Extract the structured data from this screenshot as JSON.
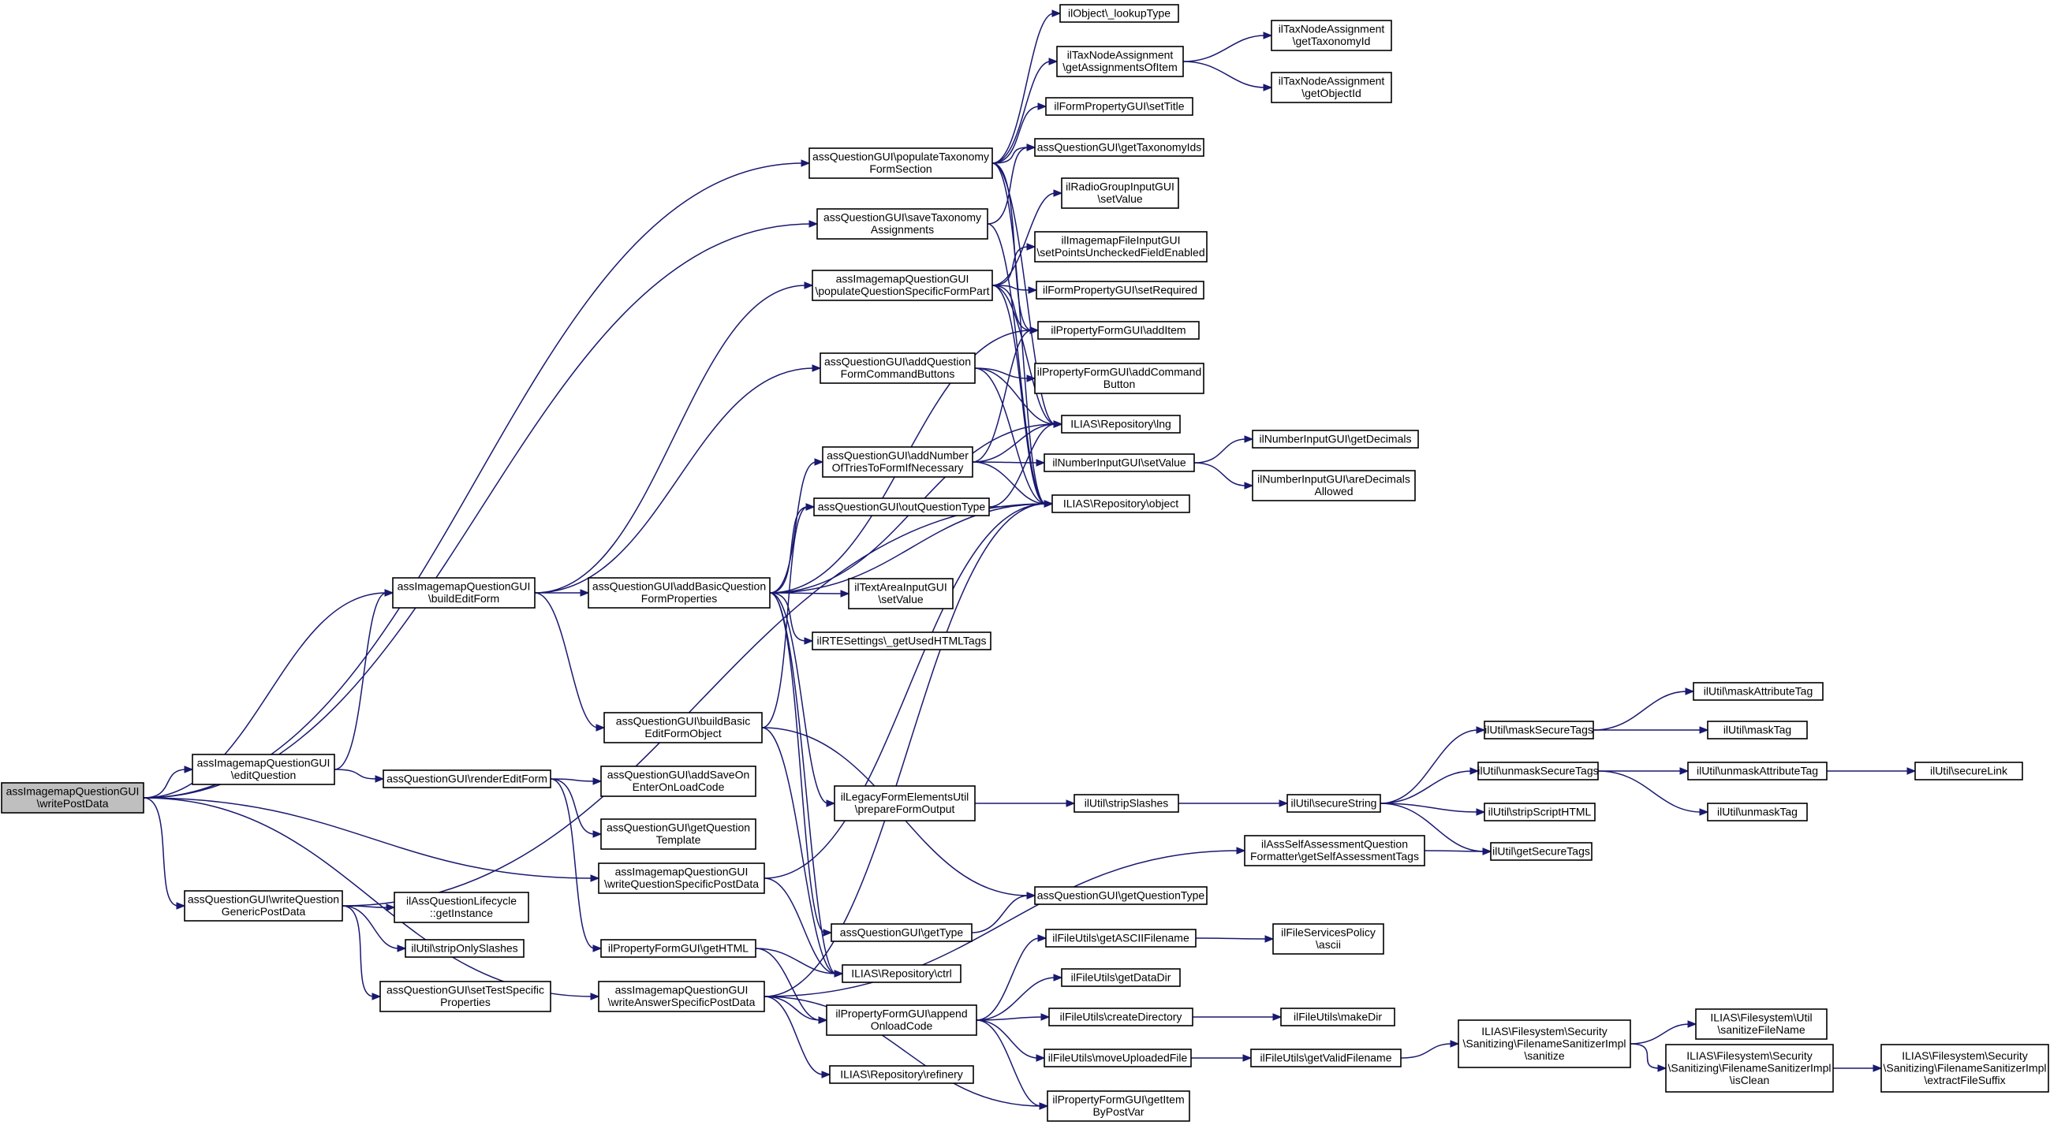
{
  "nodes": [
    {
      "id": "root",
      "lines": [
        "assImagemapQuestionGUI",
        "\\writePostData"
      ],
      "root": true
    },
    {
      "id": "editQuestion",
      "lines": [
        "assImagemapQuestionGUI",
        "\\editQuestion"
      ]
    },
    {
      "id": "writeQGeneric",
      "lines": [
        "assQuestionGUI\\writeQuestion",
        "GenericPostData"
      ]
    },
    {
      "id": "buildEditForm",
      "lines": [
        "assImagemapQuestionGUI",
        "\\buildEditForm"
      ]
    },
    {
      "id": "renderEditForm",
      "lines": [
        "assQuestionGUI\\renderEditForm"
      ]
    },
    {
      "id": "writeQSpecific",
      "lines": [
        "assImagemapQuestionGUI",
        "\\writeQuestionSpecificPostData"
      ]
    },
    {
      "id": "writeAnsSpecific",
      "lines": [
        "assImagemapQuestionGUI",
        "\\writeAnswerSpecificPostData"
      ]
    },
    {
      "id": "lifecycle",
      "lines": [
        "ilAssQuestionLifecycle",
        "::getInstance"
      ]
    },
    {
      "id": "stripOnlySlashes",
      "lines": [
        "ilUtil\\stripOnlySlashes"
      ]
    },
    {
      "id": "setTestSpecific",
      "lines": [
        "assQuestionGUI\\setTestSpecific",
        "Properties"
      ]
    },
    {
      "id": "populateTaxonomy",
      "lines": [
        "assQuestionGUI\\populateTaxonomy",
        "FormSection"
      ]
    },
    {
      "id": "saveTaxonomy",
      "lines": [
        "assQuestionGUI\\saveTaxonomy",
        "Assignments"
      ]
    },
    {
      "id": "populateQSpecific",
      "lines": [
        "assImagemapQuestionGUI",
        "\\populateQuestionSpecificFormPart"
      ]
    },
    {
      "id": "addCmdButtons",
      "lines": [
        "assQuestionGUI\\addQuestion",
        "FormCommandButtons"
      ]
    },
    {
      "id": "addNumberTries",
      "lines": [
        "assQuestionGUI\\addNumber",
        "OfTriesToFormIfNecessary"
      ]
    },
    {
      "id": "outQuestionType",
      "lines": [
        "assQuestionGUI\\outQuestionType"
      ]
    },
    {
      "id": "addBasicProps",
      "lines": [
        "assQuestionGUI\\addBasicQuestion",
        "FormProperties"
      ]
    },
    {
      "id": "buildBasicForm",
      "lines": [
        "assQuestionGUI\\buildBasic",
        "EditFormObject"
      ]
    },
    {
      "id": "addSaveOnEnter",
      "lines": [
        "assQuestionGUI\\addSaveOn",
        "EnterOnLoadCode"
      ]
    },
    {
      "id": "getQTemplate",
      "lines": [
        "assQuestionGUI\\getQuestion",
        "Template"
      ]
    },
    {
      "id": "getHTML",
      "lines": [
        "ilPropertyFormGUI\\getHTML"
      ]
    },
    {
      "id": "getType",
      "lines": [
        "assQuestionGUI\\getType"
      ]
    },
    {
      "id": "appendOnload",
      "lines": [
        "ilPropertyFormGUI\\append",
        "OnloadCode"
      ]
    },
    {
      "id": "refinery",
      "lines": [
        "ILIAS\\Repository\\refinery"
      ]
    },
    {
      "id": "lookupType",
      "lines": [
        "ilObject\\_lookupType"
      ]
    },
    {
      "id": "taxNodeAssign",
      "lines": [
        "ilTaxNodeAssignment",
        "\\getAssignmentsOfItem"
      ]
    },
    {
      "id": "getTaxonomyId",
      "lines": [
        "ilTaxNodeAssignment",
        "\\getTaxonomyId"
      ]
    },
    {
      "id": "getObjectId",
      "lines": [
        "ilTaxNodeAssignment",
        "\\getObjectId"
      ]
    },
    {
      "id": "setTitle",
      "lines": [
        "ilFormPropertyGUI\\setTitle"
      ]
    },
    {
      "id": "getTaxonomyIds",
      "lines": [
        "assQuestionGUI\\getTaxonomyIds"
      ]
    },
    {
      "id": "radioSetValue",
      "lines": [
        "ilRadioGroupInputGUI",
        "\\setValue"
      ]
    },
    {
      "id": "imagemapFileInput",
      "lines": [
        "ilImagemapFileInputGUI",
        "\\setPointsUncheckedFieldEnabled"
      ]
    },
    {
      "id": "setRequired",
      "lines": [
        "ilFormPropertyGUI\\setRequired"
      ]
    },
    {
      "id": "addItem",
      "lines": [
        "ilPropertyFormGUI\\addItem"
      ]
    },
    {
      "id": "addCommandButton",
      "lines": [
        "ilPropertyFormGUI\\addCommand",
        "Button"
      ]
    },
    {
      "id": "lng",
      "lines": [
        "ILIAS\\Repository\\lng"
      ]
    },
    {
      "id": "numSetValue",
      "lines": [
        "ilNumberInputGUI\\setValue"
      ]
    },
    {
      "id": "getDecimals",
      "lines": [
        "ilNumberInputGUI\\getDecimals"
      ]
    },
    {
      "id": "areDecimals",
      "lines": [
        "ilNumberInputGUI\\areDecimals",
        "Allowed"
      ]
    },
    {
      "id": "object",
      "lines": [
        "ILIAS\\Repository\\object"
      ]
    },
    {
      "id": "textAreaSetValue",
      "lines": [
        "ilTextAreaInputGUI",
        "\\setValue"
      ]
    },
    {
      "id": "usedHTMLTags",
      "lines": [
        "ilRTESettings\\_getUsedHTMLTags"
      ]
    },
    {
      "id": "legacyForm",
      "lines": [
        "ilLegacyFormElementsUtil",
        "\\prepareFormOutput"
      ]
    },
    {
      "id": "stripSlashes",
      "lines": [
        "ilUtil\\stripSlashes"
      ]
    },
    {
      "id": "secureString",
      "lines": [
        "ilUtil\\secureString"
      ]
    },
    {
      "id": "maskSecureTags",
      "lines": [
        "ilUtil\\maskSecureTags"
      ]
    },
    {
      "id": "unmaskSecureTags",
      "lines": [
        "ilUtil\\unmaskSecureTags"
      ]
    },
    {
      "id": "stripScriptHTML",
      "lines": [
        "ilUtil\\stripScriptHTML"
      ]
    },
    {
      "id": "getSecureTags",
      "lines": [
        "ilUtil\\getSecureTags"
      ]
    },
    {
      "id": "maskAttributeTag",
      "lines": [
        "ilUtil\\maskAttributeTag"
      ]
    },
    {
      "id": "maskTag",
      "lines": [
        "ilUtil\\maskTag"
      ]
    },
    {
      "id": "unmaskAttributeTag",
      "lines": [
        "ilUtil\\unmaskAttributeTag"
      ]
    },
    {
      "id": "unmaskTag",
      "lines": [
        "ilUtil\\unmaskTag"
      ]
    },
    {
      "id": "secureLink",
      "lines": [
        "ilUtil\\secureLink"
      ]
    },
    {
      "id": "selfAssessFormatter",
      "lines": [
        "ilAssSelfAssessmentQuestion",
        "Formatter\\getSelfAssessmentTags"
      ]
    },
    {
      "id": "getQuestionType",
      "lines": [
        "assQuestionGUI\\getQuestionType"
      ]
    },
    {
      "id": "ctrl",
      "lines": [
        "ILIAS\\Repository\\ctrl"
      ]
    },
    {
      "id": "getASCIIFilename",
      "lines": [
        "ilFileUtils\\getASCIIFilename"
      ]
    },
    {
      "id": "ascii",
      "lines": [
        "ilFileServicesPolicy",
        "\\ascii"
      ]
    },
    {
      "id": "getDataDir",
      "lines": [
        "ilFileUtils\\getDataDir"
      ]
    },
    {
      "id": "createDirectory",
      "lines": [
        "ilFileUtils\\createDirectory"
      ]
    },
    {
      "id": "makeDir",
      "lines": [
        "ilFileUtils\\makeDir"
      ]
    },
    {
      "id": "moveUploaded",
      "lines": [
        "ilFileUtils\\moveUploadedFile"
      ]
    },
    {
      "id": "getValidFilename",
      "lines": [
        "ilFileUtils\\getValidFilename"
      ]
    },
    {
      "id": "sanitize",
      "lines": [
        "ILIAS\\Filesystem\\Security",
        "\\Sanitizing\\FilenameSanitizerImpl",
        "\\sanitize"
      ]
    },
    {
      "id": "sanitizeFileName",
      "lines": [
        "ILIAS\\Filesystem\\Util",
        "\\sanitizeFileName"
      ]
    },
    {
      "id": "isClean",
      "lines": [
        "ILIAS\\Filesystem\\Security",
        "\\Sanitizing\\FilenameSanitizerImpl",
        "\\isClean"
      ]
    },
    {
      "id": "extractFileSuffix",
      "lines": [
        "ILIAS\\Filesystem\\Security",
        "\\Sanitizing\\FilenameSanitizerImpl",
        "\\extractFileSuffix"
      ]
    },
    {
      "id": "getItemByPostVar",
      "lines": [
        "ilPropertyFormGUI\\getItem",
        "ByPostVar"
      ]
    }
  ],
  "edges": [
    [
      "root",
      "editQuestion"
    ],
    [
      "root",
      "writeQGeneric"
    ],
    [
      "root",
      "buildEditForm"
    ],
    [
      "root",
      "populateTaxonomy"
    ],
    [
      "root",
      "saveTaxonomy"
    ],
    [
      "root",
      "writeQSpecific"
    ],
    [
      "root",
      "writeAnsSpecific"
    ],
    [
      "editQuestion",
      "buildEditForm"
    ],
    [
      "editQuestion",
      "renderEditForm"
    ],
    [
      "writeQGeneric",
      "lifecycle"
    ],
    [
      "writeQGeneric",
      "stripOnlySlashes"
    ],
    [
      "writeQGeneric",
      "setTestSpecific"
    ],
    [
      "writeQGeneric",
      "object"
    ],
    [
      "buildEditForm",
      "addBasicProps"
    ],
    [
      "buildEditForm",
      "buildBasicForm"
    ],
    [
      "buildEditForm",
      "populateQSpecific"
    ],
    [
      "buildEditForm",
      "addCmdButtons"
    ],
    [
      "renderEditForm",
      "addSaveOnEnter"
    ],
    [
      "renderEditForm",
      "getQTemplate"
    ],
    [
      "renderEditForm",
      "getHTML"
    ],
    [
      "populateTaxonomy",
      "lookupType"
    ],
    [
      "populateTaxonomy",
      "taxNodeAssign"
    ],
    [
      "populateTaxonomy",
      "setTitle"
    ],
    [
      "populateTaxonomy",
      "getTaxonomyIds"
    ],
    [
      "populateTaxonomy",
      "addItem"
    ],
    [
      "populateTaxonomy",
      "lng"
    ],
    [
      "populateTaxonomy",
      "object"
    ],
    [
      "taxNodeAssign",
      "getTaxonomyId"
    ],
    [
      "taxNodeAssign",
      "getObjectId"
    ],
    [
      "saveTaxonomy",
      "getTaxonomyIds"
    ],
    [
      "saveTaxonomy",
      "object"
    ],
    [
      "populateQSpecific",
      "radioSetValue"
    ],
    [
      "populateQSpecific",
      "imagemapFileInput"
    ],
    [
      "populateQSpecific",
      "setRequired"
    ],
    [
      "populateQSpecific",
      "addItem"
    ],
    [
      "populateQSpecific",
      "lng"
    ],
    [
      "populateQSpecific",
      "object"
    ],
    [
      "addCmdButtons",
      "addCommandButton"
    ],
    [
      "addCmdButtons",
      "lng"
    ],
    [
      "addCmdButtons",
      "object"
    ],
    [
      "addNumberTries",
      "addItem"
    ],
    [
      "addNumberTries",
      "lng"
    ],
    [
      "addNumberTries",
      "numSetValue"
    ],
    [
      "addNumberTries",
      "object"
    ],
    [
      "numSetValue",
      "getDecimals"
    ],
    [
      "numSetValue",
      "areDecimals"
    ],
    [
      "outQuestionType",
      "lng"
    ],
    [
      "outQuestionType",
      "object"
    ],
    [
      "addBasicProps",
      "addItem"
    ],
    [
      "addBasicProps",
      "lng"
    ],
    [
      "addBasicProps",
      "addNumberTries"
    ],
    [
      "addBasicProps",
      "outQuestionType"
    ],
    [
      "addBasicProps",
      "object"
    ],
    [
      "addBasicProps",
      "textAreaSetValue"
    ],
    [
      "addBasicProps",
      "usedHTMLTags"
    ],
    [
      "addBasicProps",
      "legacyForm"
    ],
    [
      "addBasicProps",
      "getType"
    ],
    [
      "addBasicProps",
      "ctrl"
    ],
    [
      "buildBasicForm",
      "outQuestionType"
    ],
    [
      "buildBasicForm",
      "getQuestionType"
    ],
    [
      "buildBasicForm",
      "ctrl"
    ],
    [
      "writeQSpecific",
      "object"
    ],
    [
      "writeQSpecific",
      "ctrl"
    ],
    [
      "writeAnsSpecific",
      "object"
    ],
    [
      "writeAnsSpecific",
      "selfAssessFormatter"
    ],
    [
      "writeAnsSpecific",
      "appendOnload"
    ],
    [
      "writeAnsSpecific",
      "refinery"
    ],
    [
      "writeAnsSpecific",
      "getItemByPostVar"
    ],
    [
      "getHTML",
      "ctrl"
    ],
    [
      "getHTML",
      "appendOnload"
    ],
    [
      "getType",
      "getQuestionType"
    ],
    [
      "appendOnload",
      "getASCIIFilename"
    ],
    [
      "appendOnload",
      "getDataDir"
    ],
    [
      "appendOnload",
      "createDirectory"
    ],
    [
      "appendOnload",
      "moveUploaded"
    ],
    [
      "appendOnload",
      "getItemByPostVar"
    ],
    [
      "getASCIIFilename",
      "ascii"
    ],
    [
      "createDirectory",
      "makeDir"
    ],
    [
      "moveUploaded",
      "getValidFilename"
    ],
    [
      "getValidFilename",
      "sanitize"
    ],
    [
      "sanitize",
      "sanitizeFileName"
    ],
    [
      "sanitize",
      "isClean"
    ],
    [
      "isClean",
      "extractFileSuffix"
    ],
    [
      "legacyForm",
      "stripSlashes"
    ],
    [
      "stripSlashes",
      "secureString"
    ],
    [
      "secureString",
      "maskSecureTags"
    ],
    [
      "secureString",
      "unmaskSecureTags"
    ],
    [
      "secureString",
      "stripScriptHTML"
    ],
    [
      "secureString",
      "getSecureTags"
    ],
    [
      "maskSecureTags",
      "maskAttributeTag"
    ],
    [
      "maskSecureTags",
      "maskTag"
    ],
    [
      "unmaskSecureTags",
      "unmaskAttributeTag"
    ],
    [
      "unmaskSecureTags",
      "unmaskTag"
    ],
    [
      "unmaskAttributeTag",
      "secureLink"
    ],
    [
      "selfAssessFormatter",
      "getSecureTags"
    ]
  ]
}
